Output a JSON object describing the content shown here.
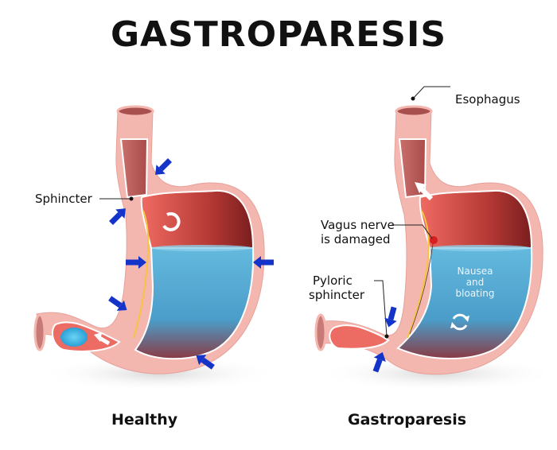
{
  "title": "GASTROPARESIS",
  "panels": {
    "healthy": {
      "caption": "Healthy",
      "labels": {
        "sphincter": "Sphincter"
      }
    },
    "gastroparesis": {
      "caption": "Gastroparesis",
      "labels": {
        "esophagus": "Esophagus",
        "vagus_nerve_line1": "Vagus nerve",
        "vagus_nerve_line2": "is damaged",
        "pyloric_line1": "Pyloric",
        "pyloric_line2": "sphincter",
        "symptom_line1": "Nausea",
        "symptom_line2": "and",
        "symptom_line3": "bloating"
      }
    }
  },
  "colors": {
    "wall": "#f4b7b0",
    "wall_dark": "#e39a93",
    "interior_red": "#e9625a",
    "interior_dark": "#8a2323",
    "fluid": "#5cb3d9",
    "fluid_dark": "#3a8fbf",
    "arrow_blue": "#1433c8",
    "nerve": "#f5c542",
    "damage_dot": "#d81e1e"
  }
}
